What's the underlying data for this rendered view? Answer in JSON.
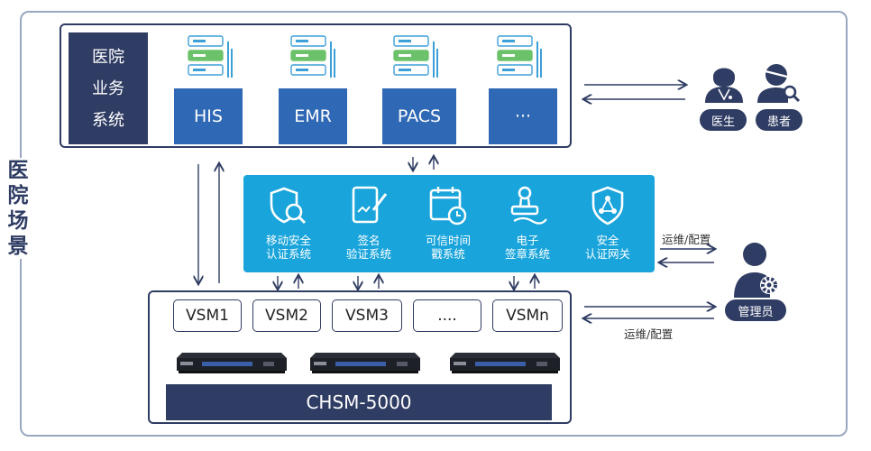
{
  "scene_title": [
    "医",
    "院",
    "场",
    "景"
  ],
  "business_system": [
    "医院",
    "业务",
    "系统"
  ],
  "systems": [
    "HIS",
    "EMR",
    "PACS",
    "···"
  ],
  "services": [
    {
      "line1": "移动安全",
      "line2": "认证系统",
      "icon": "shield-search-icon"
    },
    {
      "line1": "签名",
      "line2": "验证系统",
      "icon": "tablet-sign-icon"
    },
    {
      "line1": "可信时间",
      "line2": "戳系统",
      "icon": "calendar-clock-icon"
    },
    {
      "line1": "电子",
      "line2": "签章系统",
      "icon": "stamp-icon"
    },
    {
      "line1": "安全",
      "line2": "认证网关",
      "icon": "shield-network-icon"
    }
  ],
  "vsm": [
    "VSM1",
    "VSM2",
    "VSM3",
    "....",
    "VSMn"
  ],
  "chsm": "CHSM-5000",
  "users": {
    "doctor": "医生",
    "patient": "患者",
    "admin": "管理员"
  },
  "ops_labels": {
    "upper": "运维/配置",
    "lower": "运维/配置"
  },
  "colors": {
    "navy": "#2f3c63",
    "blue": "#2f68b5",
    "cyan": "#19a4db"
  }
}
